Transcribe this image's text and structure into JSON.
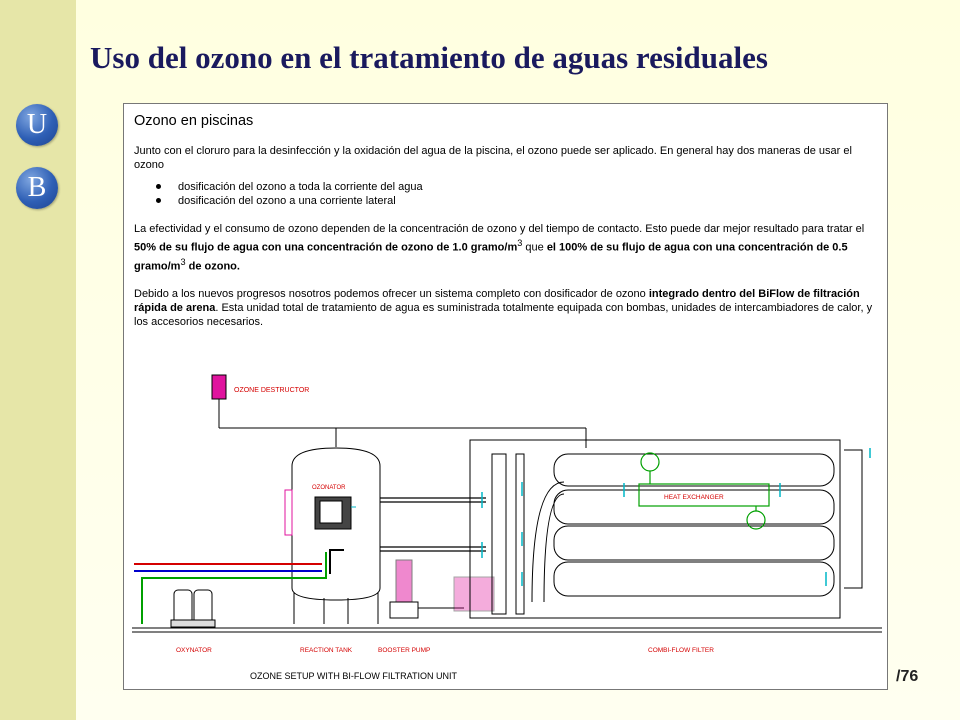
{
  "slide": {
    "title": "Uso del ozono en el tratamiento de aguas residuales",
    "logo_letters": [
      "U",
      "B"
    ],
    "page_number": "/76"
  },
  "content": {
    "heading": "Ozono en piscinas",
    "para1": "Junto con el cloruro para la desinfección y la oxidación del agua de la piscina, el ozono puede ser aplicado. En general hay dos maneras de usar el ozono",
    "bullets": [
      "dosificación del ozono a toda la corriente del agua",
      "dosificación del ozono a una corriente lateral"
    ],
    "para2": {
      "t1": "La efectividad y el consumo de ozono dependen de la concentración de ozono y del tiempo de contacto. Esto puede dar mejor resultado para tratar el ",
      "b1": "50% de su flujo de agua con una concentración de ozono de 1.0 gramo/m",
      "sup1": "3",
      "t2": " que ",
      "b2": "el 100% de su flujo de agua con una concentración de 0.5 gramo/m",
      "sup2": "3",
      "b3": " de ozono."
    },
    "para3": {
      "t1": "Debido a los nuevos progresos nosotros podemos ofrecer un sistema completo con dosificador de ozono ",
      "b1": "integrado dentro del BiFlow de filtración rápida de arena",
      "t2": ". Esta unidad total de tratamiento de agua es suministrada totalmente equipada con bombas, unidades de intercambiadores de calor, y los accesorios necesarios."
    }
  },
  "diagram": {
    "labels": {
      "destructor": "OZONE DESTRUCTOR",
      "ozonator": "OZONATOR",
      "heat_exchanger": "HEAT EXCHANGER",
      "oxynator": "OXYNATOR",
      "reaction_tank": "REACTION TANK",
      "booster_pump": "BOOSTER PUMP",
      "combi_flow": "COMBI-FLOW FILTER",
      "caption": "OZONE SETUP WITH BI-FLOW FILTRATION UNIT"
    },
    "colors": {
      "line": "#000000",
      "accent_pink": "#e0139e",
      "accent_red": "#d40000",
      "fittings": "#00b7c7",
      "heat_exchanger": "#00a000",
      "pipe_blue": "#0000cc"
    }
  }
}
